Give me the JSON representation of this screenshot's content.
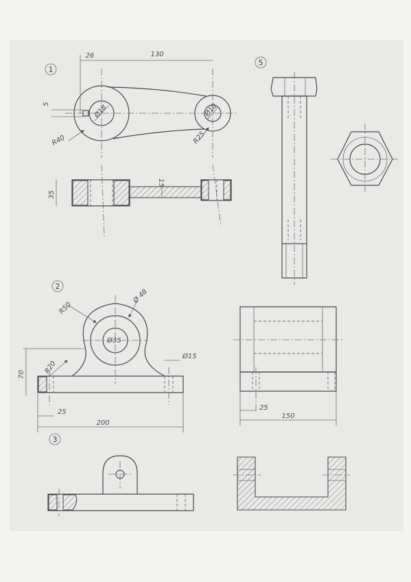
{
  "figures": {
    "fig1": {
      "number": "1",
      "dims": {
        "d26": "26",
        "d130": "130",
        "d5": "5",
        "r40": "R40",
        "r25": "R25",
        "d18": "Ø18",
        "d10": "Ø10",
        "d35": "35",
        "d15": "15"
      }
    },
    "fig2": {
      "number": "2",
      "dims": {
        "r50": "R50",
        "d48": "Ø 48",
        "d35": "Ø35",
        "r20": "R20",
        "d15": "Ø15",
        "d70": "70",
        "d25": "25",
        "d200": "200",
        "d25b": "25",
        "d150": "150"
      }
    },
    "fig3": {
      "number": "3"
    },
    "fig5": {
      "number": "5"
    }
  },
  "colors": {
    "paper": "#e9e9e7",
    "background": "#f4f4f3",
    "ink": "#4a4a4c"
  }
}
